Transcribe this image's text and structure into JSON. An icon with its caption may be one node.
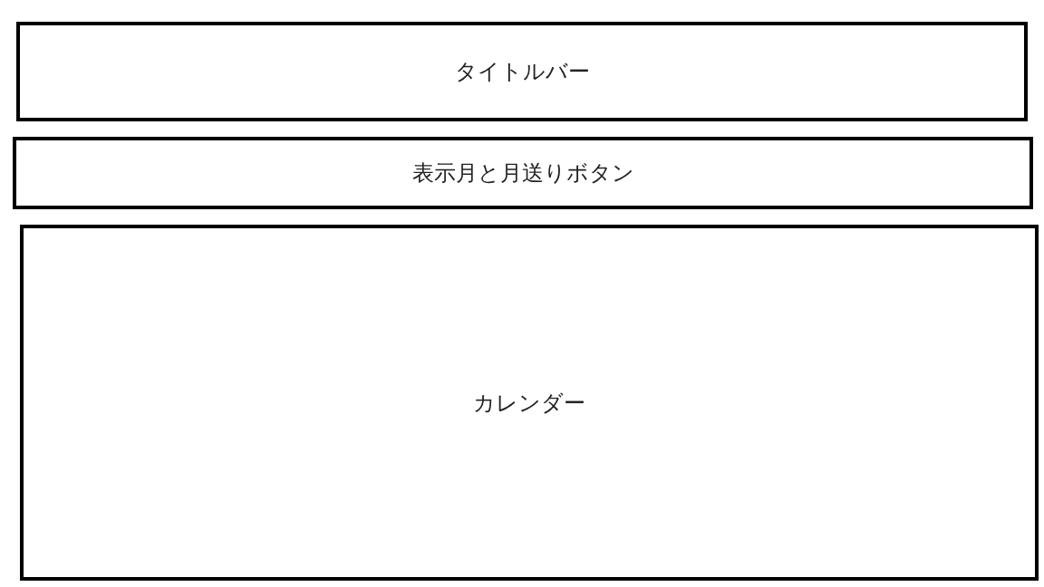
{
  "diagram": {
    "nodes": [
      {
        "text": [
          "タイトルバー"
        ]
      },
      {
        "text": [
          "表示月と月送りボタン"
        ]
      },
      {
        "text": [
          "カレンダー"
        ]
      }
    ]
  }
}
